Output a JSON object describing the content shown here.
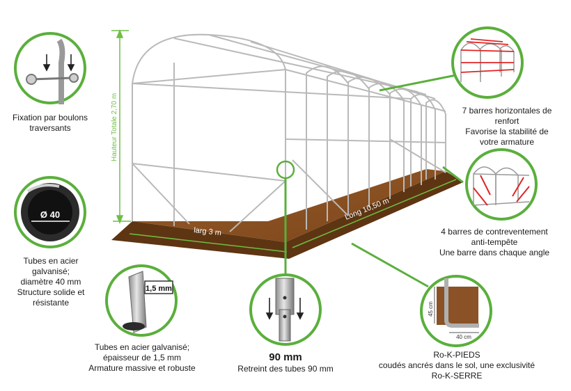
{
  "colors": {
    "accent_green": "#5aaf3c",
    "frame": "#b9b9b9",
    "soil": "#8a5226",
    "soil_edge": "#5e3512",
    "measure": "#6fbe45",
    "red_bars": "#e02424"
  },
  "dimensions": {
    "height": "Hauteur Totale 2,70 m",
    "width": "larg 3 m",
    "length": "Long 10,50 m"
  },
  "callouts": {
    "bolts": {
      "lines": [
        "Fixation par boulons",
        "traversants"
      ],
      "icon": "bolt-icon"
    },
    "tube_diameter": {
      "badge": "Ø 40",
      "lines": [
        "Tubes en acier",
        "galvanisé;",
        "diamètre 40 mm",
        "Structure solide et",
        "résistante"
      ]
    },
    "tube_thickness": {
      "badge": "1,5 mm",
      "lines": [
        "Tubes en acier galvanisé;",
        "épaisseur de 1,5 mm",
        "Armature massive et robuste"
      ]
    },
    "tube_reduction": {
      "title": "90 mm",
      "lines": [
        "Retreint des tubes 90 mm"
      ]
    },
    "horizontal_bars": {
      "lines": [
        "7 barres horizontales de",
        "renfort",
        "Favorise la stabilité de",
        "votre armature"
      ]
    },
    "bracing": {
      "lines": [
        "4 barres de contreventement",
        "anti-tempête",
        "Une barre dans chaque angle"
      ]
    },
    "feet": {
      "dim_vertical": "45 cm",
      "dim_horizontal": "40 cm",
      "lines": [
        "Ro-K-PIEDS",
        "coudés ancrés dans le sol, une exclusivité",
        "Ro-K-SERRE"
      ]
    }
  }
}
